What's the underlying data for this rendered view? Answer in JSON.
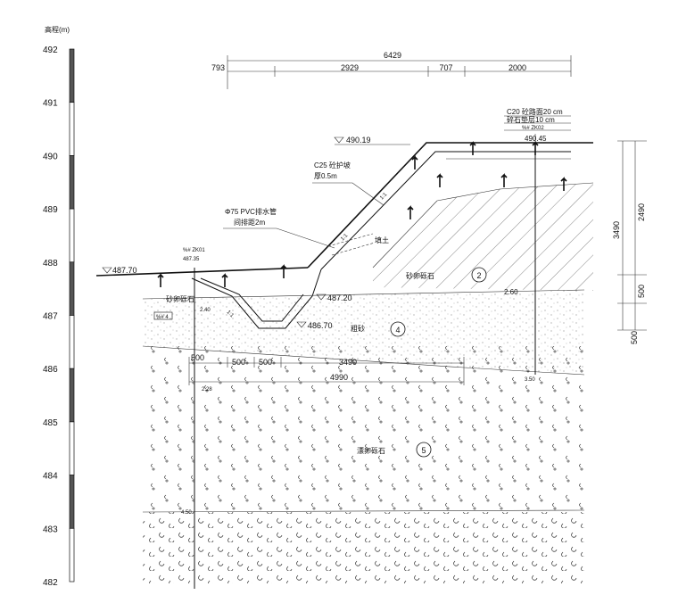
{
  "axis": {
    "title": "高程(m)",
    "ticks": [
      "492",
      "491",
      "490",
      "489",
      "488",
      "487",
      "486",
      "485",
      "484",
      "483",
      "482"
    ]
  },
  "dimensions": {
    "top_total": "6429",
    "left_offset": "793",
    "seg_1": "2929",
    "seg_2": "707",
    "seg_3": "2000",
    "right_total": "3490",
    "right_upper": "2490",
    "right_mid": "500",
    "right_low": "500",
    "bottom_a": "500",
    "bottom_b": "500",
    "bottom_c": "500",
    "bottom_right": "3490",
    "bottom_total": "4990"
  },
  "levels": {
    "top_bench": "490.19",
    "road_surface": "490.45",
    "left_ground": "487.70",
    "ditch_a": "487.20",
    "ditch_b": "486.70"
  },
  "labels": {
    "pavement_1": "C20 砼路面20 cm",
    "pavement_2": "碎石垫层10 cm",
    "pavement_3": "%# ZK02",
    "slope_protection_1": "C25 砼护坡",
    "slope_protection_2": "厚0.5m",
    "drain_pipe_1": "Φ75 PVC排水管",
    "drain_pipe_2": "间排距2m",
    "borehole_1": "%# ZK01",
    "borehole_2": "487.35",
    "ratio_upper": "1:1",
    "ratio_mid": "1:1",
    "ratio_low": "1:1",
    "fill": "填土",
    "layer2": "砂卵砾石",
    "layer2_num": "2",
    "layer4": "粗砂",
    "layer4_num": "4",
    "layer5": "漂卵砾石",
    "layer5_num": "5",
    "left_layer": "砂卵砾石",
    "left_box": "%# 4",
    "depth_260": "2.60",
    "small_240": "2.40",
    "small_350": "3.50",
    "small_228": "2.28",
    "mark_450": "4.50"
  }
}
